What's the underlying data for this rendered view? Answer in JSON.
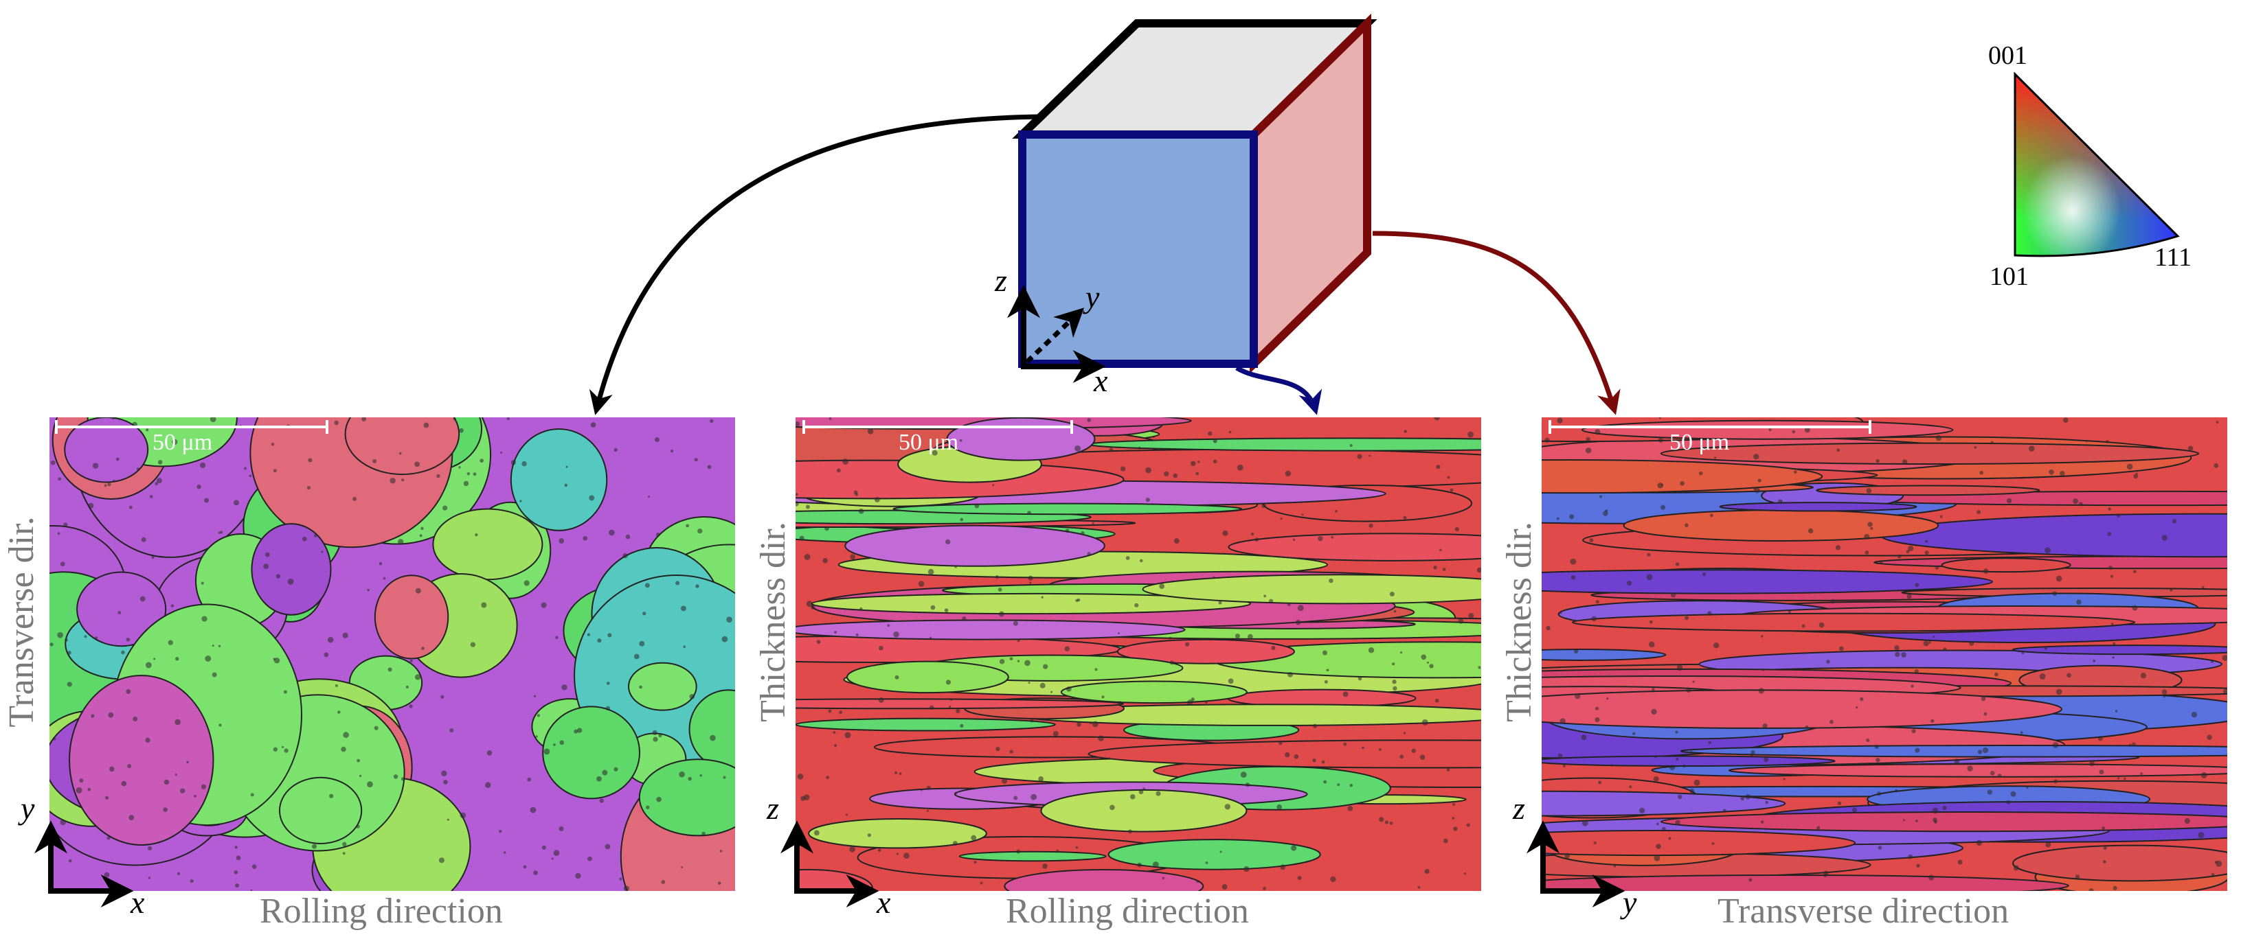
{
  "panels": [
    {
      "id": "rd-td",
      "horizontal_label": "Rolling direction",
      "vertical_label": "Transverse dir.",
      "scale_bar": "50 μm",
      "axis_h": "x",
      "axis_v": "y",
      "texture_colors": [
        "#b45cd6",
        "#5fd86a",
        "#c95ab8",
        "#7be36d",
        "#a04fd0",
        "#e06a7a",
        "#55c8c0",
        "#9fe060"
      ]
    },
    {
      "id": "rd-nd",
      "horizontal_label": "Rolling direction",
      "vertical_label": "Thickness dir.",
      "scale_bar": "50 μm",
      "axis_h": "x",
      "axis_v": "z",
      "texture_colors": [
        "#e04a4a",
        "#d8564e",
        "#8fe05a",
        "#c26ad8",
        "#e7505c",
        "#60d870",
        "#d75098",
        "#b9e05e"
      ]
    },
    {
      "id": "td-nd",
      "horizontal_label": "Transverse direction",
      "vertical_label": "Thickness dir.",
      "scale_bar": "50 μm",
      "axis_h": "y",
      "axis_v": "z",
      "texture_colors": [
        "#e04a4a",
        "#e25a3f",
        "#5a72e0",
        "#7040d0",
        "#d94e4e",
        "#e5546a",
        "#8a5ce0",
        "#d7436e"
      ]
    }
  ],
  "cube": {
    "axis_x": "x",
    "axis_y": "y",
    "axis_z": "z",
    "colors": {
      "front": "#85a7dc",
      "side": "#e8b0ae",
      "top": "#e6e6e6",
      "front_edge": "#0a0a7a",
      "side_edge": "#7a0a0a",
      "top_edge": "#000000"
    }
  },
  "arrows": {
    "to_left": "#000000",
    "to_middle": "#0a0a7a",
    "to_right": "#7a0a0a"
  },
  "ipf_key": {
    "corner_top": "001",
    "corner_left": "101",
    "corner_right": "111"
  }
}
